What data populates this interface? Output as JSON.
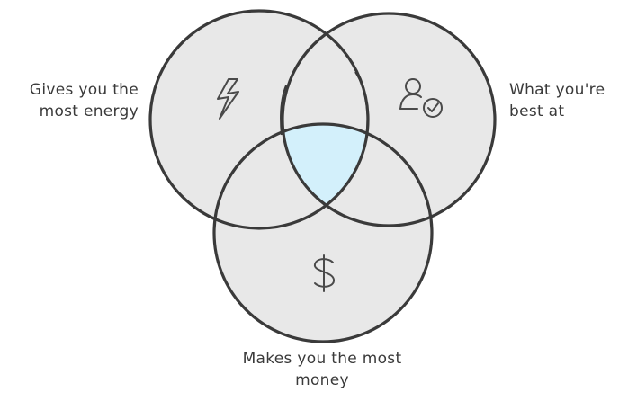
{
  "diagram": {
    "type": "venn",
    "colors": {
      "circle_fill": "#e8e8e8",
      "circle_stroke": "#3a3a3a",
      "intersection_fill": "#d3f0fb",
      "icon_stroke": "#4a4a4a",
      "label_text": "#3a3a3a"
    },
    "sets": [
      {
        "id": "energy",
        "label_lines": [
          "Gives you the",
          "most energy"
        ],
        "icon": "lightning-bolt-icon"
      },
      {
        "id": "best",
        "label_lines": [
          "What you're",
          "best at"
        ],
        "icon": "user-check-icon"
      },
      {
        "id": "money",
        "label_lines": [
          "Makes you the most",
          "money"
        ],
        "icon": "dollar-sign-icon"
      }
    ],
    "highlighted_region": [
      "energy",
      "best",
      "money"
    ]
  }
}
